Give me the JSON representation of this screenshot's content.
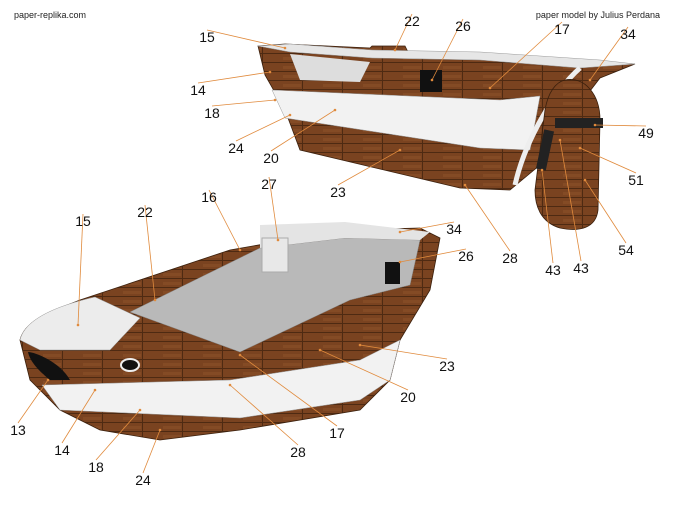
{
  "header": {
    "site": "paper-replika.com",
    "author": "paper model by Julius Perdana"
  },
  "colors": {
    "wood": "#7a4320",
    "wood_light": "#9a5a2e",
    "white_band": "#f2f2f2",
    "deck": "#b9b9b9",
    "leader": "#e08a3c"
  },
  "callouts_top_model": [
    "15",
    "22",
    "26",
    "17",
    "34",
    "14",
    "18",
    "24",
    "20",
    "23",
    "28",
    "49",
    "51",
    "54",
    "43",
    "43"
  ],
  "callouts_bottom_model": [
    "15",
    "22",
    "16",
    "27",
    "34",
    "26",
    "23",
    "20",
    "17",
    "28",
    "13",
    "14",
    "18",
    "24"
  ]
}
